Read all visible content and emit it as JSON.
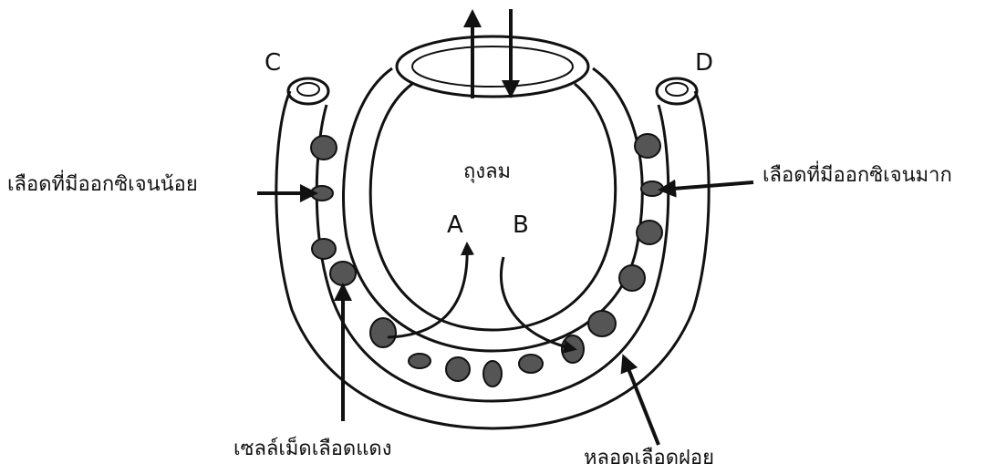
{
  "labels": {
    "c": "C",
    "d": "D",
    "a": "A",
    "b": "B",
    "alveolus": "ถุงลม",
    "low_oxygen_blood": "เลือดที่มีออกซิเจนน้อย",
    "high_oxygen_blood": "เลือดที่มีออกซิเจนมาก",
    "red_blood_cell": "เซลล์เม็ดเลือดแดง",
    "capillary": "หลอดเลือดฝอย"
  },
  "colors": {
    "line": "#111111",
    "cell_fill": "#555555",
    "background": "#ffffff"
  }
}
